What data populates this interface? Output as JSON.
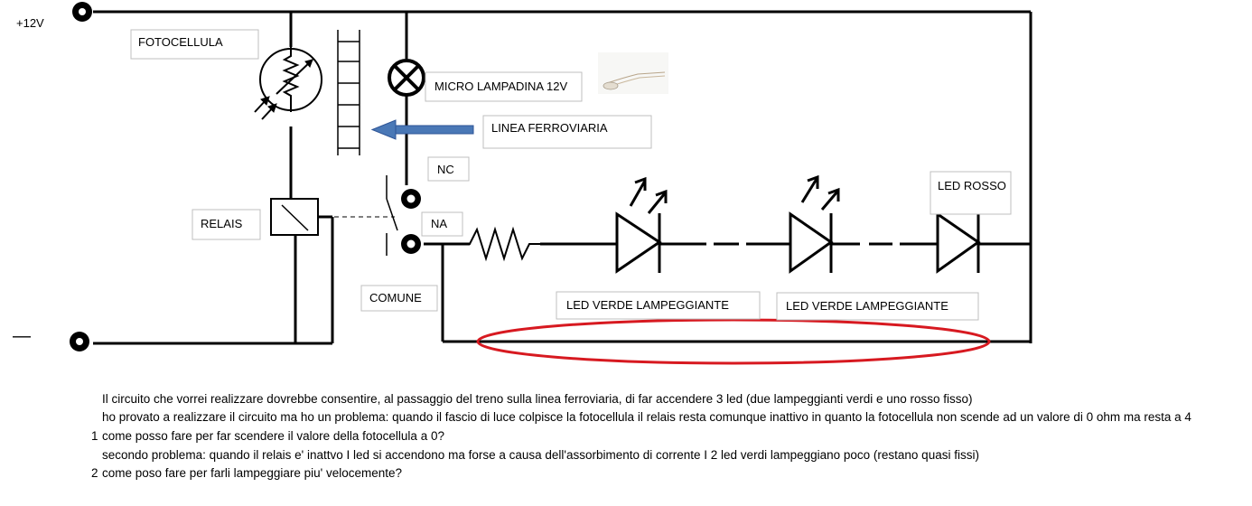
{
  "diagram": {
    "supply_positive": "+12V",
    "supply_negative": "—",
    "labels": {
      "photocell": "FOTOCELLULA",
      "relay": "RELAIS",
      "bulb": "MICRO  LAMPADINA 12V",
      "rail": "LINEA FERROVIARIA",
      "nc": "NC",
      "na": "NA",
      "common": "COMUNE",
      "led_red": "LED ROSSO",
      "led_green_1": "LED VERDE LAMPEGGIANTE",
      "led_green_2": "LED VERDE LAMPEGGIANTE"
    },
    "colors": {
      "wire": "#000000",
      "arrow": "#4a78b6",
      "highlight": "#d71920",
      "box_border": "#bfbfbf"
    }
  },
  "notes": {
    "lines": [
      {
        "num": "",
        "text": "Il circuito che vorrei realizzare dovrebbe consentire, al passaggio del treno sulla linea ferroviaria, di far accendere 3 led (due lampeggianti verdi e uno rosso fisso)"
      },
      {
        "num": "",
        "text": "ho provato a realizzare il circuito ma ho un problema:   quando il fascio di  luce colpisce la fotocellula il relais resta comunque inattivo in quanto la fotocellula non scende ad un valore di 0 ohm ma resta a 4"
      },
      {
        "num": "1",
        "text": "come posso fare per far scendere il valore della fotocellula a 0?"
      },
      {
        "num": "",
        "text": "secondo problema: quando il relais e' inattvo I led si accendono ma forse a causa dell'assorbimento di corrente I 2 led verdi lampeggiano poco (restano quasi fissi)"
      },
      {
        "num": "2",
        "text": "come poso fare per farli lampeggiare piu' velocemente?"
      }
    ]
  }
}
